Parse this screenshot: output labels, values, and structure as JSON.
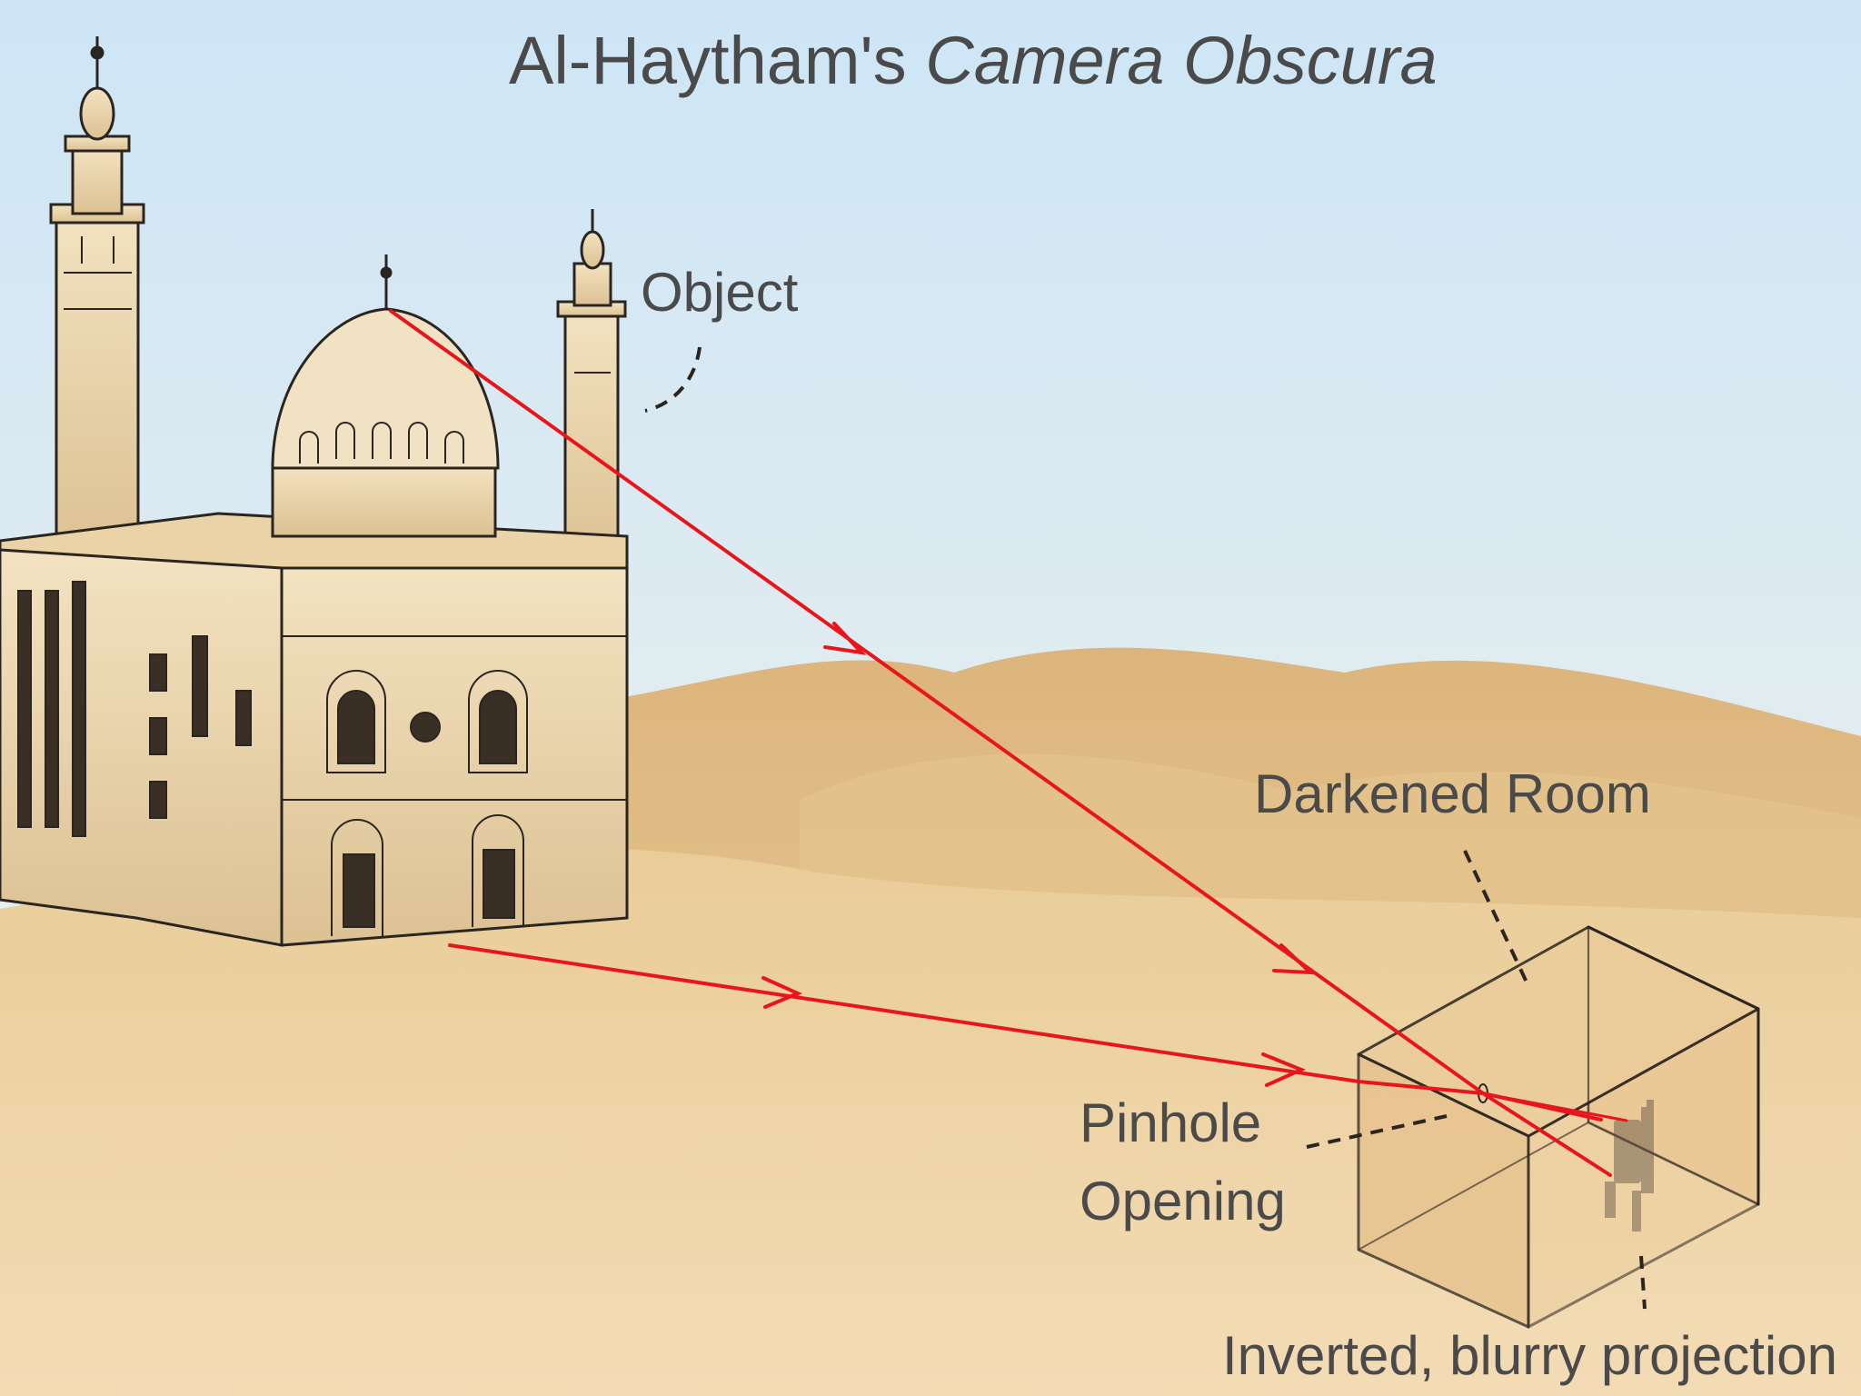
{
  "title": {
    "main": "Al-Haytham's ",
    "italic": "Camera Obscura"
  },
  "labels": {
    "object": "Object",
    "darkened_room": "Darkened Room",
    "pinhole_line1": "Pinhole",
    "pinhole_line2": "Opening",
    "projection": "Inverted, blurry projection"
  },
  "colors": {
    "sky_top": "#cfe6f6",
    "sky_bottom": "#eef6f9",
    "sand": "#e6c48f",
    "sand_light": "#f1d9b0",
    "light_ray": "#e8161c",
    "building": "#efdcb7",
    "ink": "#2a2520"
  }
}
